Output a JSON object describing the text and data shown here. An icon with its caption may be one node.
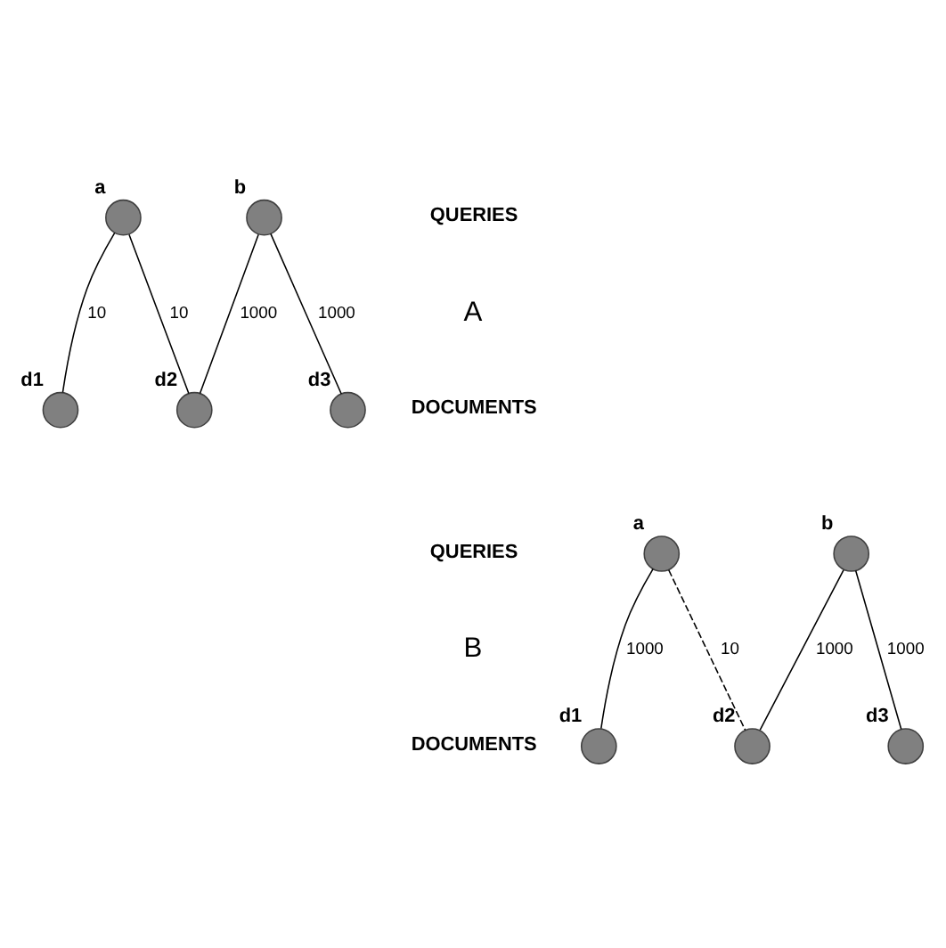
{
  "diagram": {
    "nodes": [
      {
        "text": [
          "a"
        ]
      },
      {
        "text": [
          "b"
        ]
      },
      {
        "text": [
          "d1"
        ]
      },
      {
        "text": [
          "d2"
        ]
      },
      {
        "text": [
          "d3"
        ]
      },
      {
        "text": [
          "a"
        ]
      },
      {
        "text": [
          "b"
        ]
      },
      {
        "text": [
          "d1"
        ]
      },
      {
        "text": [
          "d2"
        ]
      },
      {
        "text": [
          "d3"
        ]
      }
    ],
    "edges": [
      {
        "from": 0,
        "to": 2,
        "arrow": "none",
        "label": "10"
      },
      {
        "from": 0,
        "to": 3,
        "arrow": "none",
        "label": "10"
      },
      {
        "from": 1,
        "to": 3,
        "arrow": "none",
        "label": "1000"
      },
      {
        "from": 1,
        "to": 4,
        "arrow": "none",
        "label": "1000"
      },
      {
        "from": 5,
        "to": 7,
        "arrow": "none",
        "label": "1000"
      },
      {
        "from": 5,
        "to": 8,
        "arrow": "none",
        "label": "10",
        "style": "dashed"
      },
      {
        "from": 6,
        "to": 8,
        "arrow": "none",
        "label": "1000"
      },
      {
        "from": 6,
        "to": 9,
        "arrow": "none",
        "label": "1000"
      }
    ],
    "labels": [
      "QUERIES",
      "A",
      "DOCUMENTS",
      "QUERIES",
      "B",
      "DOCUMENTS"
    ]
  }
}
